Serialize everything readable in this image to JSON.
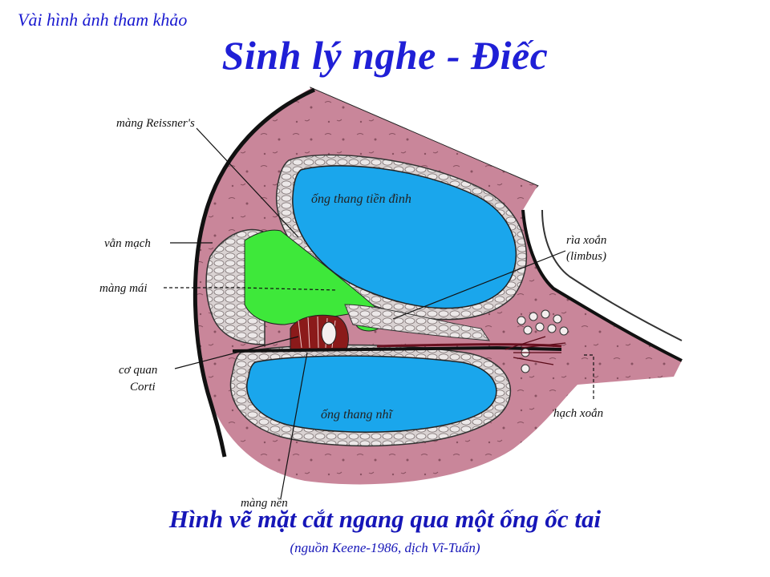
{
  "top_note": "Vài hình ảnh tham khảo",
  "title": "Sinh lý nghe - Điếc",
  "caption": "Hình vẽ mặt cắt ngang qua một ống ốc tai",
  "source": "(nguồn Keene-1986, dịch Vĩ-Tuấn)",
  "labels": {
    "reissner": "màng Reissner's",
    "van_mach": "vằn mạch",
    "mang_mai": "màng mái",
    "co_quan": "cơ quan",
    "corti": "Corti",
    "mang_nen": "màng nền",
    "ria_xoan": "rìa xoắn",
    "limbus": "(limbus)",
    "hach_xoan": "hạch xoắn",
    "ong_tien_dinh": "ống thang tiền đình",
    "ong_nhi": "ống thang nhĩ"
  },
  "colors": {
    "title_blue": "#1f1fd6",
    "tissue_pink": "#c9869a",
    "fluid_blue": "#1aa6ec",
    "tectorial_green": "#3ee83a",
    "corti_red": "#8b1a1a"
  }
}
